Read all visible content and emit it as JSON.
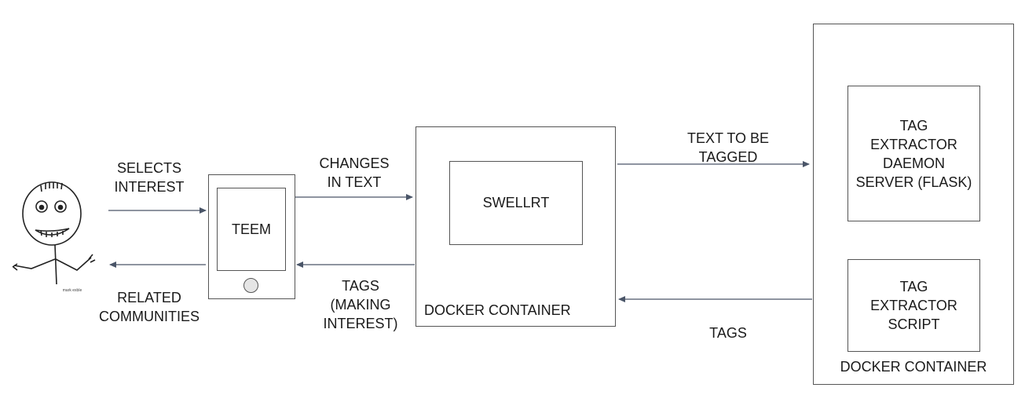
{
  "colors": {
    "stroke": "#555555",
    "arrow": "#4a5568",
    "text": "#1a1a1a"
  },
  "actor": {
    "signature": "mark exble"
  },
  "labels": {
    "selects_interest": "SELECTS\nINTEREST",
    "related_communities": "RELATED\nCOMMUNITIES",
    "changes_in_text": "CHANGES\nIN TEXT",
    "tags_making_interest": "TAGS\n(MAKING\nINTEREST)",
    "text_to_be_tagged": "TEXT TO BE\nTAGGED",
    "tags_return": "TAGS"
  },
  "phone": {
    "screen_label": "TEEM"
  },
  "container1": {
    "title": "DOCKER CONTAINER",
    "inner_label": "SWELLRT"
  },
  "container2": {
    "title": "DOCKER CONTAINER",
    "server_label": "TAG\nEXTRACTOR\nDAEMON\nSERVER (FLASK)",
    "script_label": "TAG\nEXTRACTOR\nSCRIPT"
  }
}
